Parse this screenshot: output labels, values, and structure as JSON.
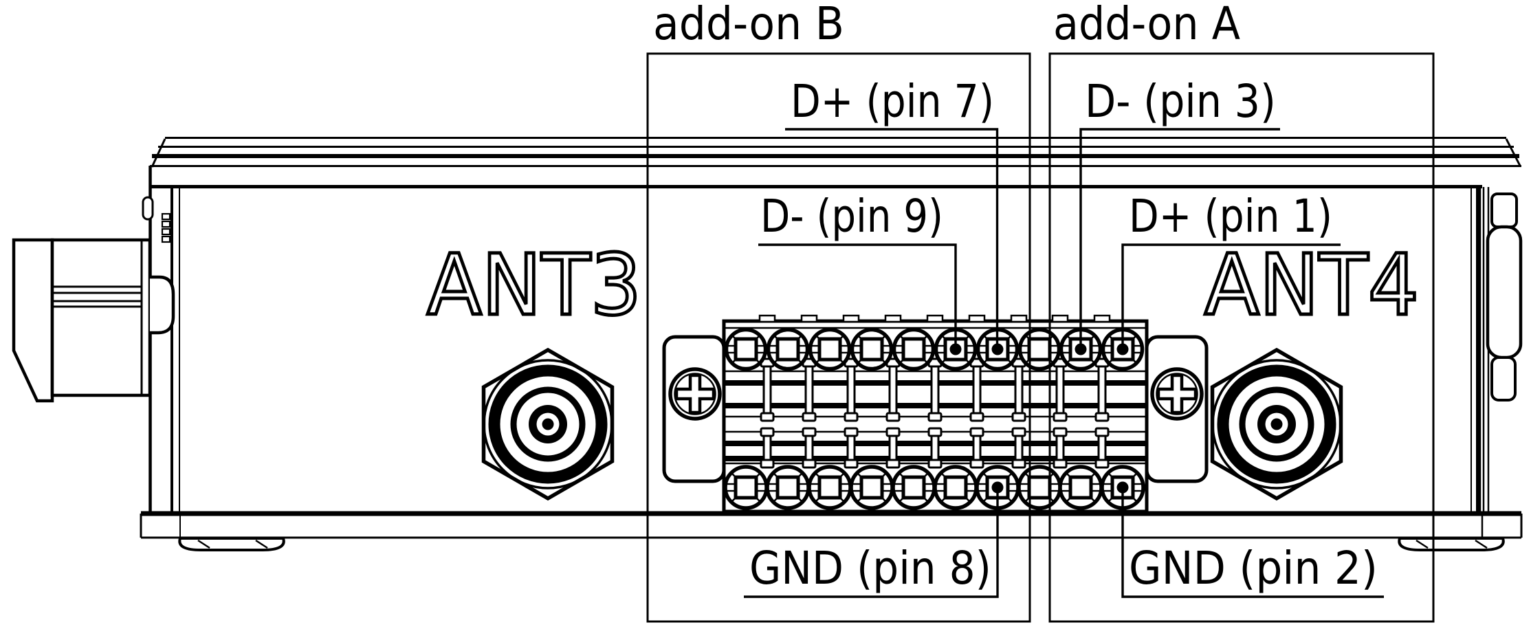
{
  "diagram": {
    "background_color": "#ffffff",
    "line_color": "#000000",
    "antenna_connectors": {
      "left_label": "ANT3",
      "right_label": "ANT4"
    },
    "regions": {
      "addon_b": {
        "label": "add-on B",
        "callouts": {
          "data_plus": "D+ (pin 7)",
          "data_minus": "D- (pin 9)",
          "ground": "GND (pin 8)"
        }
      },
      "addon_a": {
        "label": "add-on A",
        "callouts": {
          "data_minus": "D- (pin 3)",
          "data_plus": "D+ (pin 1)",
          "ground": "GND (pin 2)"
        }
      }
    },
    "terminal_block": {
      "columns": 10,
      "rows": 2,
      "marked_top_columns": [
        6,
        7,
        9,
        10
      ],
      "marked_bottom_columns": [
        7,
        10
      ]
    }
  }
}
